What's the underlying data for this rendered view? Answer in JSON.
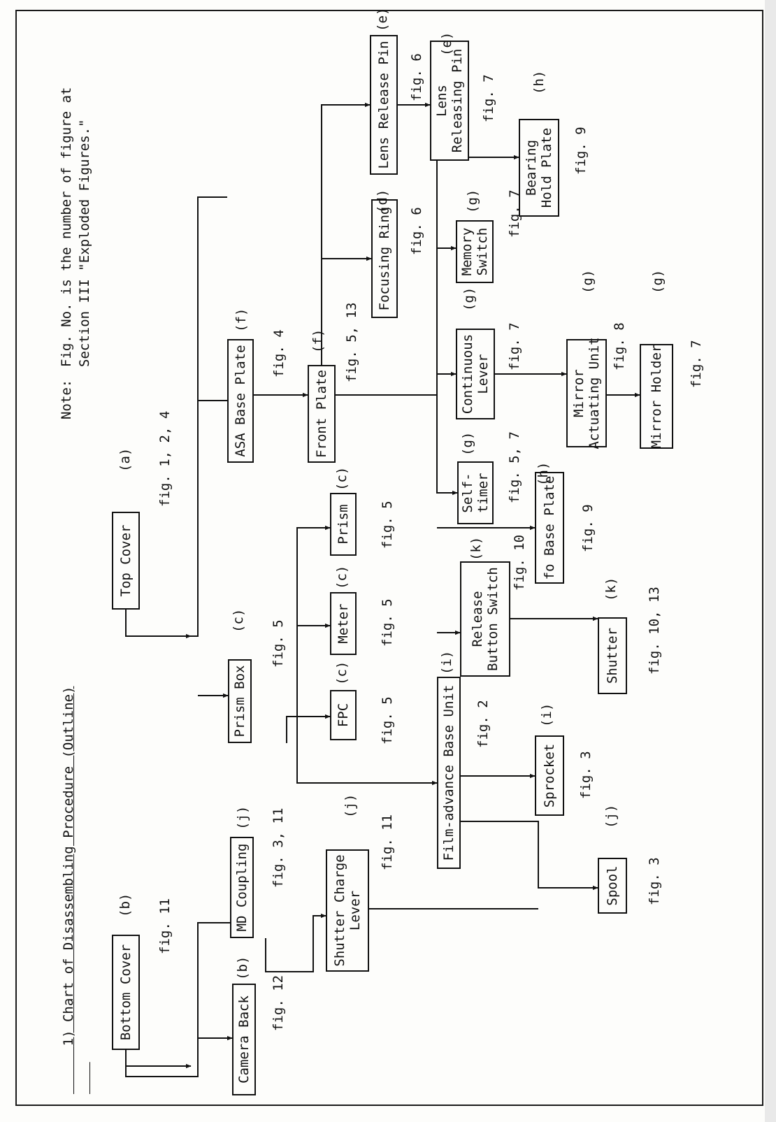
{
  "title": {
    "number": "1)",
    "text": "Chart of Disassembling Procedure (Outline)"
  },
  "note": {
    "label": "Note:",
    "line1": "Fig. No. is the number of figure at",
    "line2": "Section III \"Exploded Figures.\""
  },
  "nodes": {
    "top_cover": {
      "label": "Top Cover",
      "code": "(a)",
      "fig": "fig. 1, 2, 4"
    },
    "bottom_cover": {
      "label": "Bottom Cover",
      "code": "(b)",
      "fig": "fig. 11"
    },
    "camera_back": {
      "label": "Camera Back",
      "code": "(b)",
      "fig": "fig. 12"
    },
    "md_coupling": {
      "label": "MD Coupling",
      "code": "(j)",
      "fig": "fig. 3, 11"
    },
    "shutter_charge_lever": {
      "label": "Shutter Charge\nLever",
      "code": "(j)",
      "fig": "fig. 11"
    },
    "prism_box": {
      "label": "Prism Box",
      "code": "(c)",
      "fig": "fig. 5"
    },
    "fpc": {
      "label": "FPC",
      "code": "(c)",
      "fig": "fig. 5"
    },
    "meter": {
      "label": "Meter",
      "code": "(c)",
      "fig": "fig. 5"
    },
    "prism": {
      "label": "Prism",
      "code": "(c)",
      "fig": "fig. 5"
    },
    "film_advance_base_unit": {
      "label": "Film-advance Base Unit",
      "code": "(i)",
      "fig": "fig. 2"
    },
    "sprocket": {
      "label": "Sprocket",
      "code": "(i)",
      "fig": "fig. 3"
    },
    "spool": {
      "label": "Spool",
      "code": "(j)",
      "fig": "fig. 3"
    },
    "shutter": {
      "label": "Shutter",
      "code": "(k)",
      "fig": "fig. 10, 13"
    },
    "release_button_switch": {
      "label": "Release\nButton Switch",
      "code": "(k)",
      "fig": "fig. 10"
    },
    "asa_base_plate": {
      "label": "ASA Base Plate",
      "code": "(f)",
      "fig": "fig. 4"
    },
    "front_plate": {
      "label": "Front Plate",
      "code": "(f)",
      "fig": "fig. 5, 13"
    },
    "focusing_ring": {
      "label": "Focusing Ring",
      "code": "(d)",
      "fig": "fig. 6"
    },
    "lens_release_pin": {
      "label": "Lens Release Pin",
      "code": "(e)",
      "fig": "fig. 6"
    },
    "lens_releasing_pin": {
      "label": "Lens\nReleasing Pin",
      "code": "(e)",
      "fig": "fig. 7"
    },
    "self_timer": {
      "label": "Self-\ntimer",
      "code": "(g)",
      "fig": "fig. 5, 7"
    },
    "continuous_lever": {
      "label": "Continuous\nLever",
      "code": "(g)",
      "fig": "fig. 7"
    },
    "memory_switch": {
      "label": "Memory\nSwitch",
      "code": "(g)",
      "fig": "fig. 7"
    },
    "fo_base_plate": {
      "label": "fo Base Plate",
      "code": "(h)",
      "fig": "fig. 9"
    },
    "bearing_hold_plate": {
      "label": "Bearing\nHold Plate",
      "code": "(h)",
      "fig": "fig. 9"
    },
    "mirror_actuating_unit": {
      "label": "Mirror\nActuating Unit",
      "code": "(g)",
      "fig": "fig. 8"
    },
    "mirror_holder": {
      "label": "Mirror Holder",
      "code": "(g)",
      "fig": "fig. 7"
    }
  }
}
